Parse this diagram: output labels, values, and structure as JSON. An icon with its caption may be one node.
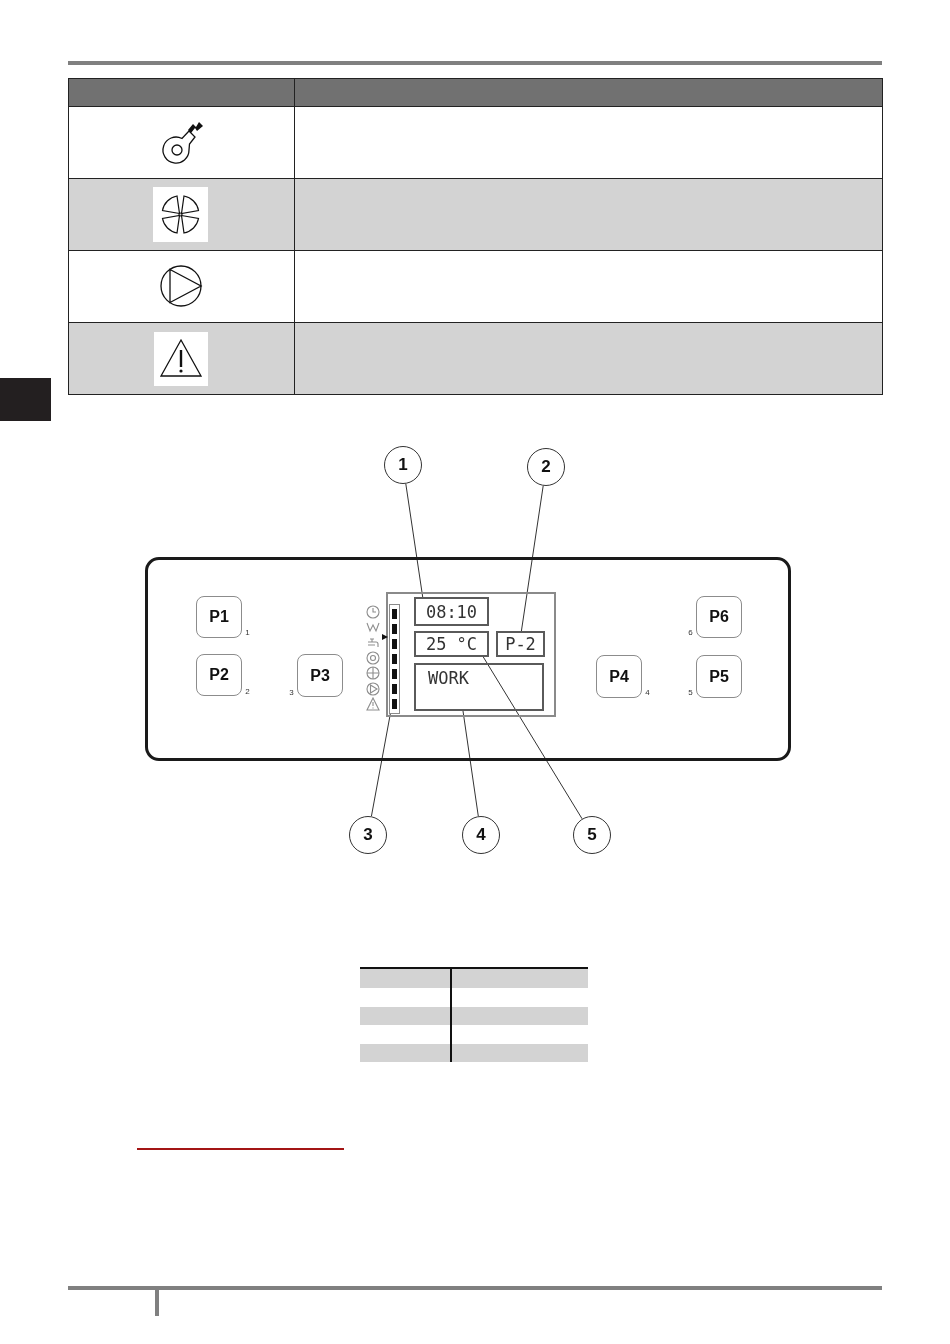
{
  "diagram": {
    "nodes": [
      {
        "text": [
          "1"
        ]
      },
      {
        "text": [
          "2"
        ]
      },
      {
        "text": [],
        "shape": "box"
      },
      {
        "text": [
          "P1"
        ],
        "beside": [
          "1"
        ],
        "in": 2
      },
      {
        "text": [
          "P2"
        ],
        "beside": [
          "2"
        ],
        "in": 2
      },
      {
        "text": [
          "P3"
        ],
        "beside": [
          "3"
        ],
        "in": 2
      },
      {
        "text": [],
        "shape": "box",
        "in": 2
      },
      {
        "text": [],
        "shape": "bar",
        "in": 6
      },
      {
        "text": [
          "08:10"
        ],
        "in": 6
      },
      {
        "text": [
          "25 °C"
        ],
        "in": 6
      },
      {
        "text": [
          "P-2"
        ],
        "in": 6
      },
      {
        "text": [
          "WORK"
        ],
        "in": 6
      },
      {
        "text": [
          "P4"
        ],
        "beside": [
          "4"
        ],
        "in": 2
      },
      {
        "text": [
          "P6"
        ],
        "beside": [
          "6"
        ],
        "in": 2
      },
      {
        "text": [
          "P5"
        ],
        "beside": [
          "5"
        ],
        "in": 2
      },
      {
        "text": [
          "3"
        ]
      },
      {
        "text": [
          "4"
        ]
      },
      {
        "text": [
          "5"
        ]
      }
    ],
    "edges": [
      {
        "from": 0,
        "to": 8,
        "arrow": "none"
      },
      {
        "from": 1,
        "to": 10,
        "arrow": "none"
      },
      {
        "from": 15,
        "to": 7,
        "arrow": "none"
      },
      {
        "from": 16,
        "to": 11,
        "arrow": "none"
      },
      {
        "from": 17,
        "to": 9,
        "arrow": "none"
      }
    ]
  }
}
